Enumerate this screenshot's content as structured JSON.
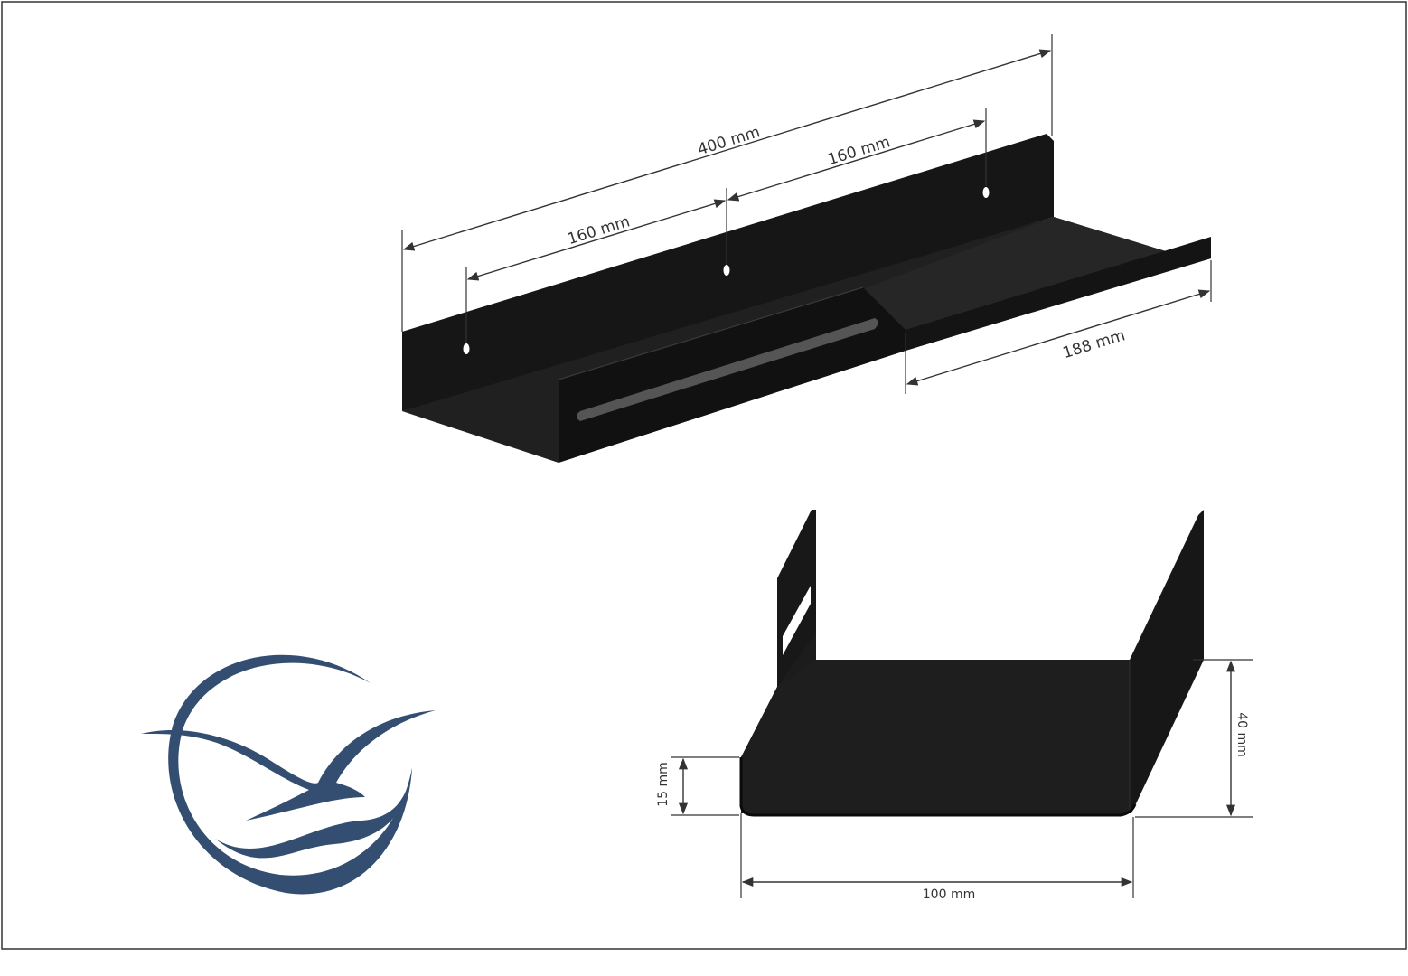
{
  "dimensions": {
    "total_length": "400 mm",
    "hole_spacing_left": "160 mm",
    "hole_spacing_right": "160 mm",
    "open_section_length": "188 mm",
    "front_lip_height": "15 mm",
    "back_height": "40 mm",
    "depth": "100 mm"
  },
  "colors": {
    "shelf": "#1a1a1a",
    "shelf_edge": "#2e2e2e",
    "logo": "#344e72",
    "frame": "#333333"
  },
  "icons": {
    "logo": "bird-moon-logo-icon"
  }
}
